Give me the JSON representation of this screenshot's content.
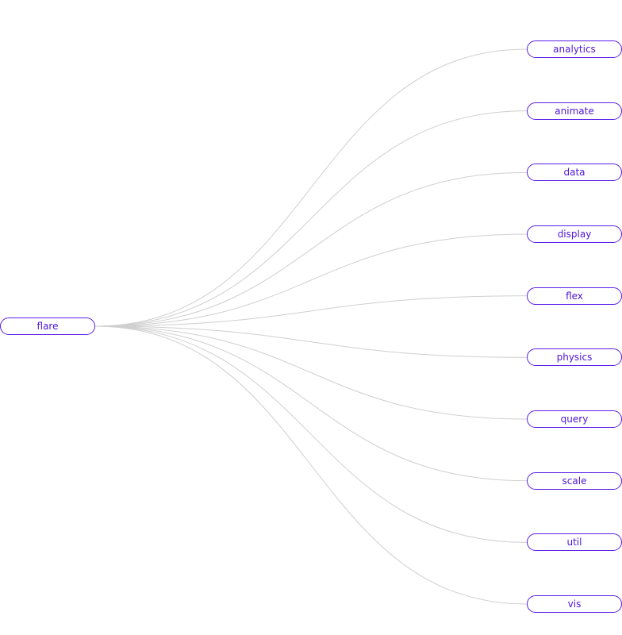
{
  "tree": {
    "root": {
      "label": "flare"
    },
    "children": [
      {
        "label": "analytics"
      },
      {
        "label": "animate"
      },
      {
        "label": "data"
      },
      {
        "label": "display"
      },
      {
        "label": "flex"
      },
      {
        "label": "physics"
      },
      {
        "label": "query"
      },
      {
        "label": "scale"
      },
      {
        "label": "util"
      },
      {
        "label": "vis"
      }
    ]
  },
  "colors": {
    "node": "#5b1ee8",
    "text": "#4d14d6",
    "link": "#cfcfcf"
  }
}
